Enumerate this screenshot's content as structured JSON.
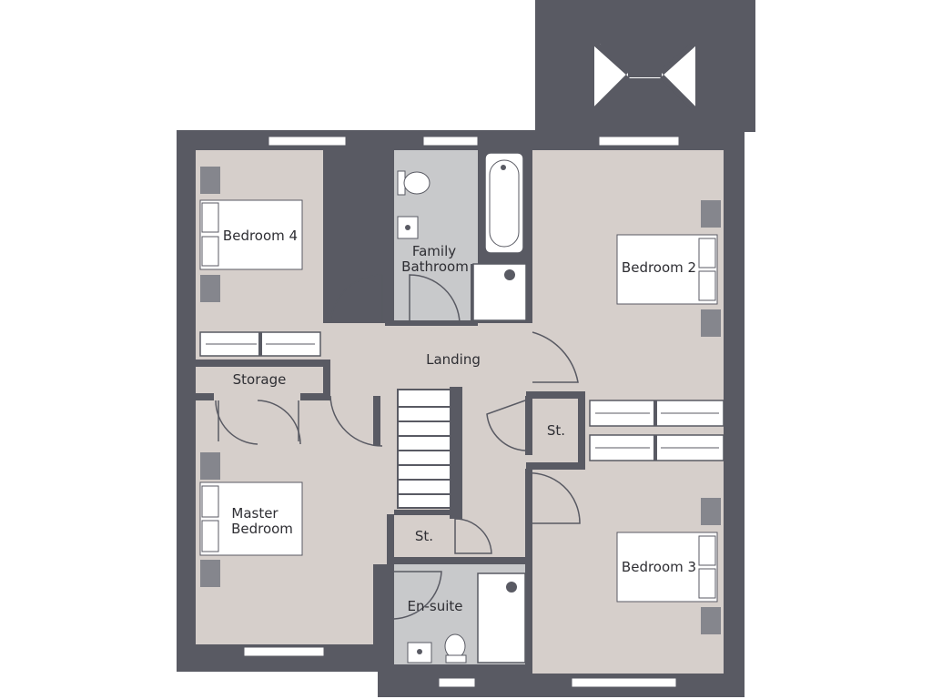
{
  "rooms": {
    "bedroom_4": "Bedroom 4",
    "family_bathroom_line1": "Family",
    "family_bathroom_line2": "Bathroom",
    "bedroom_2": "Bedroom 2",
    "landing": "Landing",
    "storage": "Storage",
    "store_1": "St.",
    "store_2": "St.",
    "master_bedroom_line1": "Master",
    "master_bedroom_line2": "Bedroom",
    "bedroom_3": "Bedroom 3",
    "en_suite": "En-suite"
  },
  "colors": {
    "wall": "#595a63",
    "floor": "#d6cfcb",
    "wet_floor": "#c8c9cb",
    "fixture": "#ffffff",
    "text": "#2e2e33"
  }
}
